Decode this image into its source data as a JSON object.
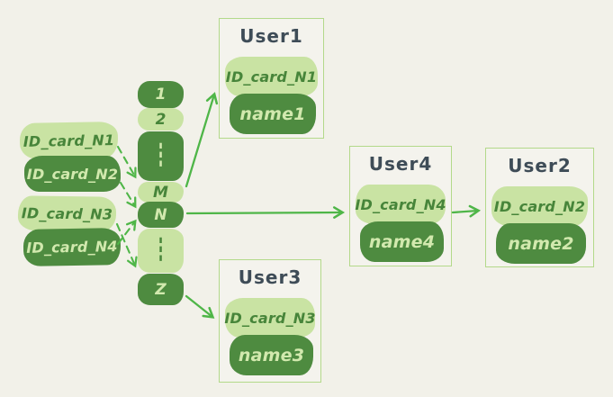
{
  "colors": {
    "bg": "#f2f1e9",
    "light-green": "#c9e3a3",
    "dark-green": "#4e8b40",
    "text-on-light": "#47853a",
    "text-on-dark": "#d2e9ae",
    "box-border": "#b3d98a",
    "ink": "#3e4c57",
    "arrow": "#4fb648"
  },
  "id_cards": [
    {
      "label": "ID_card_N1",
      "variant": "light"
    },
    {
      "label": "ID_card_N2",
      "variant": "dark"
    },
    {
      "label": "ID_card_N3",
      "variant": "light"
    },
    {
      "label": "ID_card_N4",
      "variant": "dark"
    }
  ],
  "buckets": [
    {
      "label": "1",
      "variant": "dark"
    },
    {
      "label": "2",
      "variant": "light"
    },
    {
      "label": "⋮",
      "variant": "dark",
      "type": "ellipsis"
    },
    {
      "label": "M",
      "variant": "light"
    },
    {
      "label": "N",
      "variant": "dark"
    },
    {
      "label": "⋮",
      "variant": "light",
      "type": "ellipsis"
    },
    {
      "label": "Z",
      "variant": "dark"
    }
  ],
  "users": [
    {
      "title": "User1",
      "id_card": "ID_card_N1",
      "name": "name1"
    },
    {
      "title": "User4",
      "id_card": "ID_card_N4",
      "name": "name4"
    },
    {
      "title": "User2",
      "id_card": "ID_card_N2",
      "name": "name2"
    },
    {
      "title": "User3",
      "id_card": "ID_card_N3",
      "name": "name3"
    }
  ],
  "edges": [
    {
      "from": "ID_card_N1",
      "to": "bucket-M",
      "style": "dashed"
    },
    {
      "from": "ID_card_N2",
      "to": "bucket-N",
      "style": "dashed"
    },
    {
      "from": "ID_card_N3",
      "to": "bucket-Z",
      "style": "dashed"
    },
    {
      "from": "ID_card_N4",
      "to": "bucket-N",
      "style": "dashed"
    },
    {
      "from": "bucket-M",
      "to": "User1",
      "style": "solid"
    },
    {
      "from": "bucket-N",
      "to": "User4",
      "style": "solid"
    },
    {
      "from": "User4",
      "to": "User2",
      "style": "solid"
    },
    {
      "from": "bucket-Z",
      "to": "User3",
      "style": "solid"
    }
  ]
}
